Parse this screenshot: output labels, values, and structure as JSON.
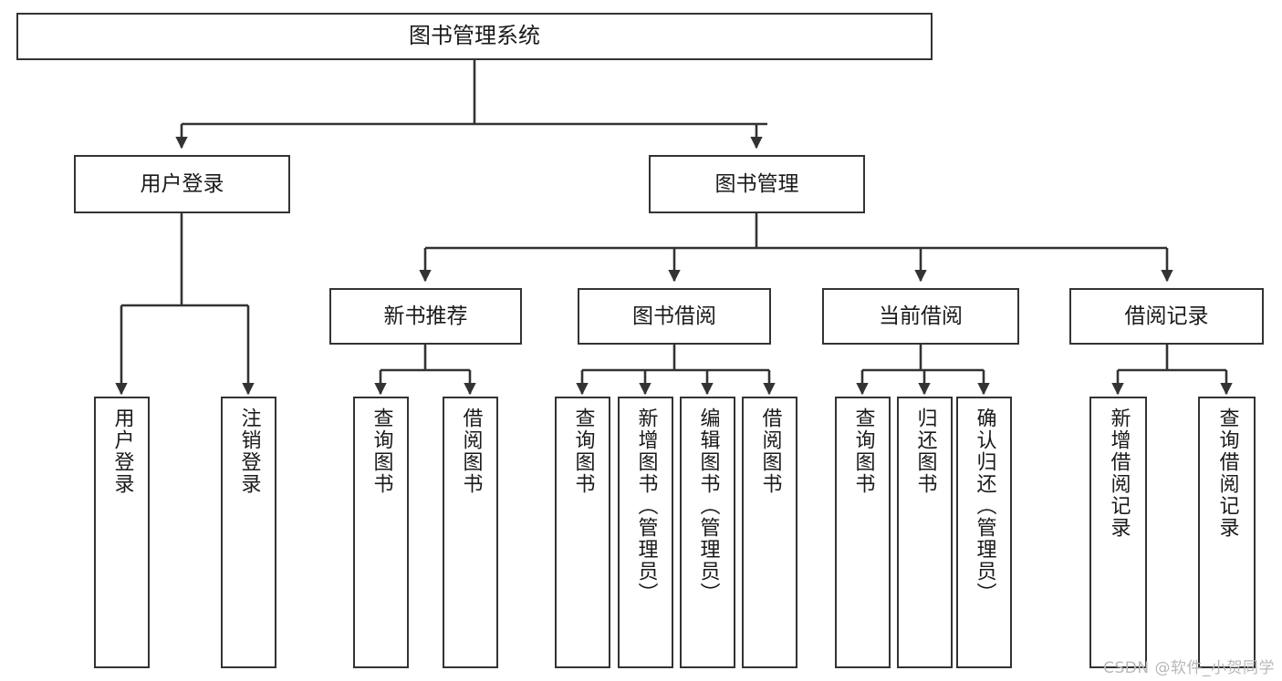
{
  "diagram": {
    "title": "图书管理系统",
    "type": "tree-hierarchy-diagram",
    "watermark": "CSDN @软件_小贺同学",
    "colors": {
      "box_border": "#333333",
      "box_fill": "#ffffff",
      "connector": "#333333",
      "text": "#1a1a1a",
      "watermark": "#b8b8b8"
    }
  },
  "nodes": {
    "root": {
      "label": "图书管理系统"
    },
    "level2": [
      {
        "id": "user-login",
        "label": "用户登录"
      },
      {
        "id": "book-management",
        "label": "图书管理"
      }
    ],
    "level3": [
      {
        "id": "new-book-recommend",
        "label": "新书推荐"
      },
      {
        "id": "book-borrow",
        "label": "图书借阅"
      },
      {
        "id": "current-borrow",
        "label": "当前借阅"
      },
      {
        "id": "borrow-record",
        "label": "借阅记录"
      }
    ],
    "leaves": {
      "user_login": [
        {
          "id": "leaf-user-login",
          "label": "用户登录"
        },
        {
          "id": "leaf-logout-login",
          "label": "注销登录"
        }
      ],
      "new_book_recommend": [
        {
          "id": "leaf-query-book-1",
          "label": "查询图书"
        },
        {
          "id": "leaf-borrow-book-1",
          "label": "借阅图书"
        }
      ],
      "book_borrow": [
        {
          "id": "leaf-query-book-2",
          "label": "查询图书"
        },
        {
          "id": "leaf-add-book",
          "label": "新增图书（管理员）"
        },
        {
          "id": "leaf-edit-book",
          "label": "编辑图书（管理员）"
        },
        {
          "id": "leaf-borrow-book-2",
          "label": "借阅图书"
        }
      ],
      "current_borrow": [
        {
          "id": "leaf-query-book-3",
          "label": "查询图书"
        },
        {
          "id": "leaf-return-book",
          "label": "归还图书"
        },
        {
          "id": "leaf-confirm-return",
          "label": "确认归还（管理员）"
        }
      ],
      "borrow_record": [
        {
          "id": "leaf-add-record",
          "label": "新增借阅记录"
        },
        {
          "id": "leaf-query-record",
          "label": "查询借阅记录"
        }
      ]
    }
  }
}
